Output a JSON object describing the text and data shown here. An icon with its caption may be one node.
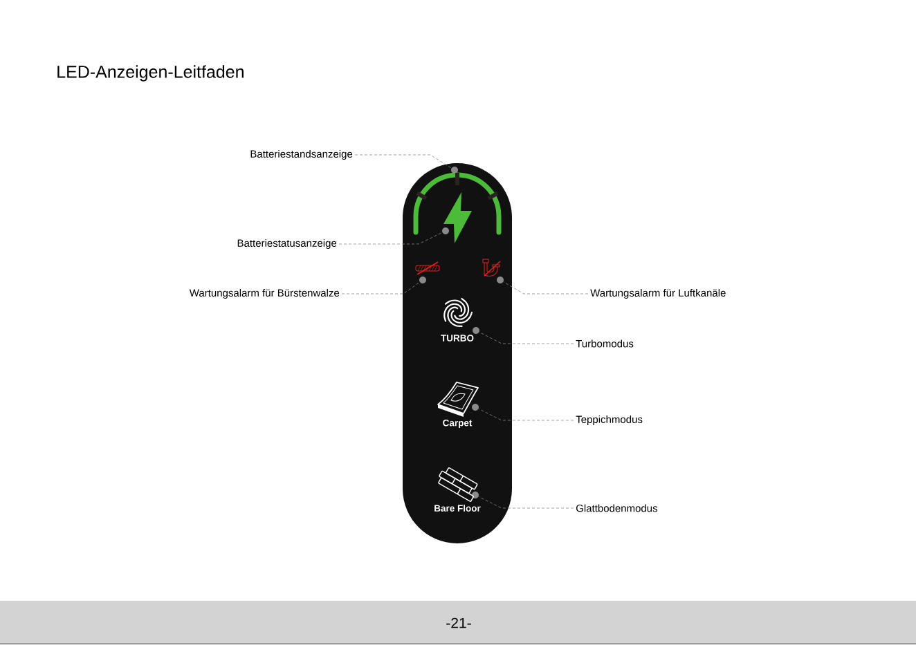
{
  "diagram": {
    "title": "LED-Anzeigen-Leitfaden",
    "nodes": [
      {
        "text": [
          "Batteriestandsanzeige"
        ]
      },
      {
        "text": [
          "Batteriestatusanzeige"
        ]
      },
      {
        "text": [
          "Wartungsalarm für Bürstenwalze"
        ]
      },
      {
        "text": [
          "Wartungsalarm für Luftkanäle"
        ]
      },
      {
        "text": [
          "Turbomodus"
        ]
      },
      {
        "text": [
          "Teppichmodus"
        ]
      },
      {
        "text": [
          "Glattbodenmodus"
        ]
      },
      {
        "text": [
          "TURBO",
          "Carpet",
          "Bare Floor"
        ]
      },
      {
        "text": [],
        "shape": "circle",
        "in": 7
      },
      {
        "text": [],
        "shape": "circle",
        "in": 7
      },
      {
        "text": [],
        "shape": "circle",
        "in": 7
      },
      {
        "text": [],
        "shape": "circle",
        "in": 7
      },
      {
        "text": [],
        "shape": "circle",
        "in": 7
      },
      {
        "text": [],
        "shape": "circle",
        "in": 7
      },
      {
        "text": [],
        "shape": "circle",
        "in": 7
      }
    ],
    "edges": [
      {
        "from": 0,
        "to": 8,
        "arrow": "none",
        "style": "dashed"
      },
      {
        "from": 1,
        "to": 9,
        "arrow": "none",
        "style": "dashed"
      },
      {
        "from": 2,
        "to": 10,
        "arrow": "none",
        "style": "dashed"
      },
      {
        "from": 3,
        "to": 11,
        "arrow": "none",
        "style": "dashed"
      },
      {
        "from": 4,
        "to": 12,
        "arrow": "none",
        "style": "dashed"
      },
      {
        "from": 5,
        "to": 13,
        "arrow": "none",
        "style": "dashed"
      },
      {
        "from": 6,
        "to": 14,
        "arrow": "none",
        "style": "dashed"
      }
    ],
    "labels": [
      "-21-"
    ]
  }
}
